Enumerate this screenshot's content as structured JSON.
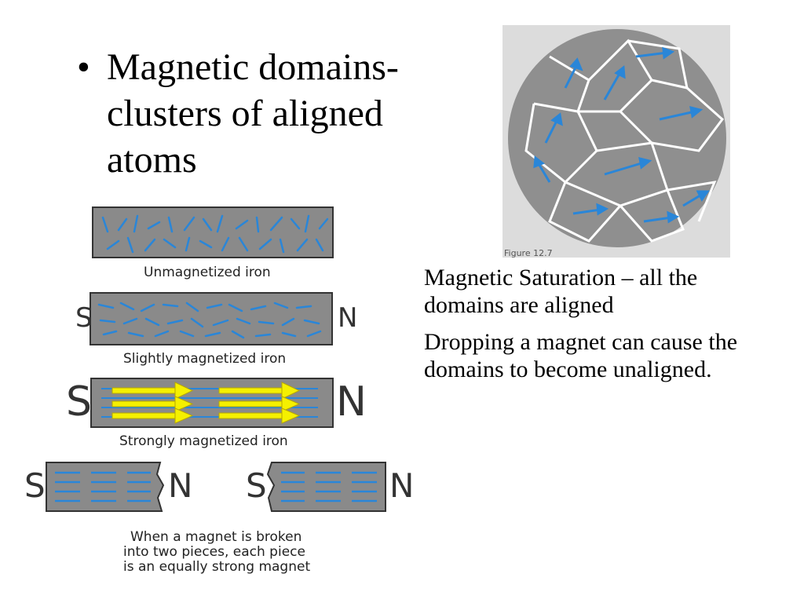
{
  "slide": {
    "bullet": "Magnetic domains- clusters of aligned atoms",
    "paragraphs": [
      "Magnetic Saturation – all the domains are aligned",
      "Dropping a magnet can cause the domains to become unaligned."
    ]
  },
  "figure": {
    "captions": {
      "unmagnetized": "Unmagnetized iron",
      "slightly": "Slightly magnetized iron",
      "strongly": "Strongly magnetized iron",
      "broken": [
        "When a magnet is broken",
        "into two pieces, each piece",
        "is an equally strong magnet"
      ]
    },
    "poles": {
      "south": "S",
      "north": "N"
    },
    "corner_label": "Figure 12.7"
  },
  "colors": {
    "bar_fill": "#8a8a8a",
    "arrow": "#2a86d8",
    "highlight_arrow": "#f5f000",
    "domain_fill": "#8f8f8f"
  }
}
